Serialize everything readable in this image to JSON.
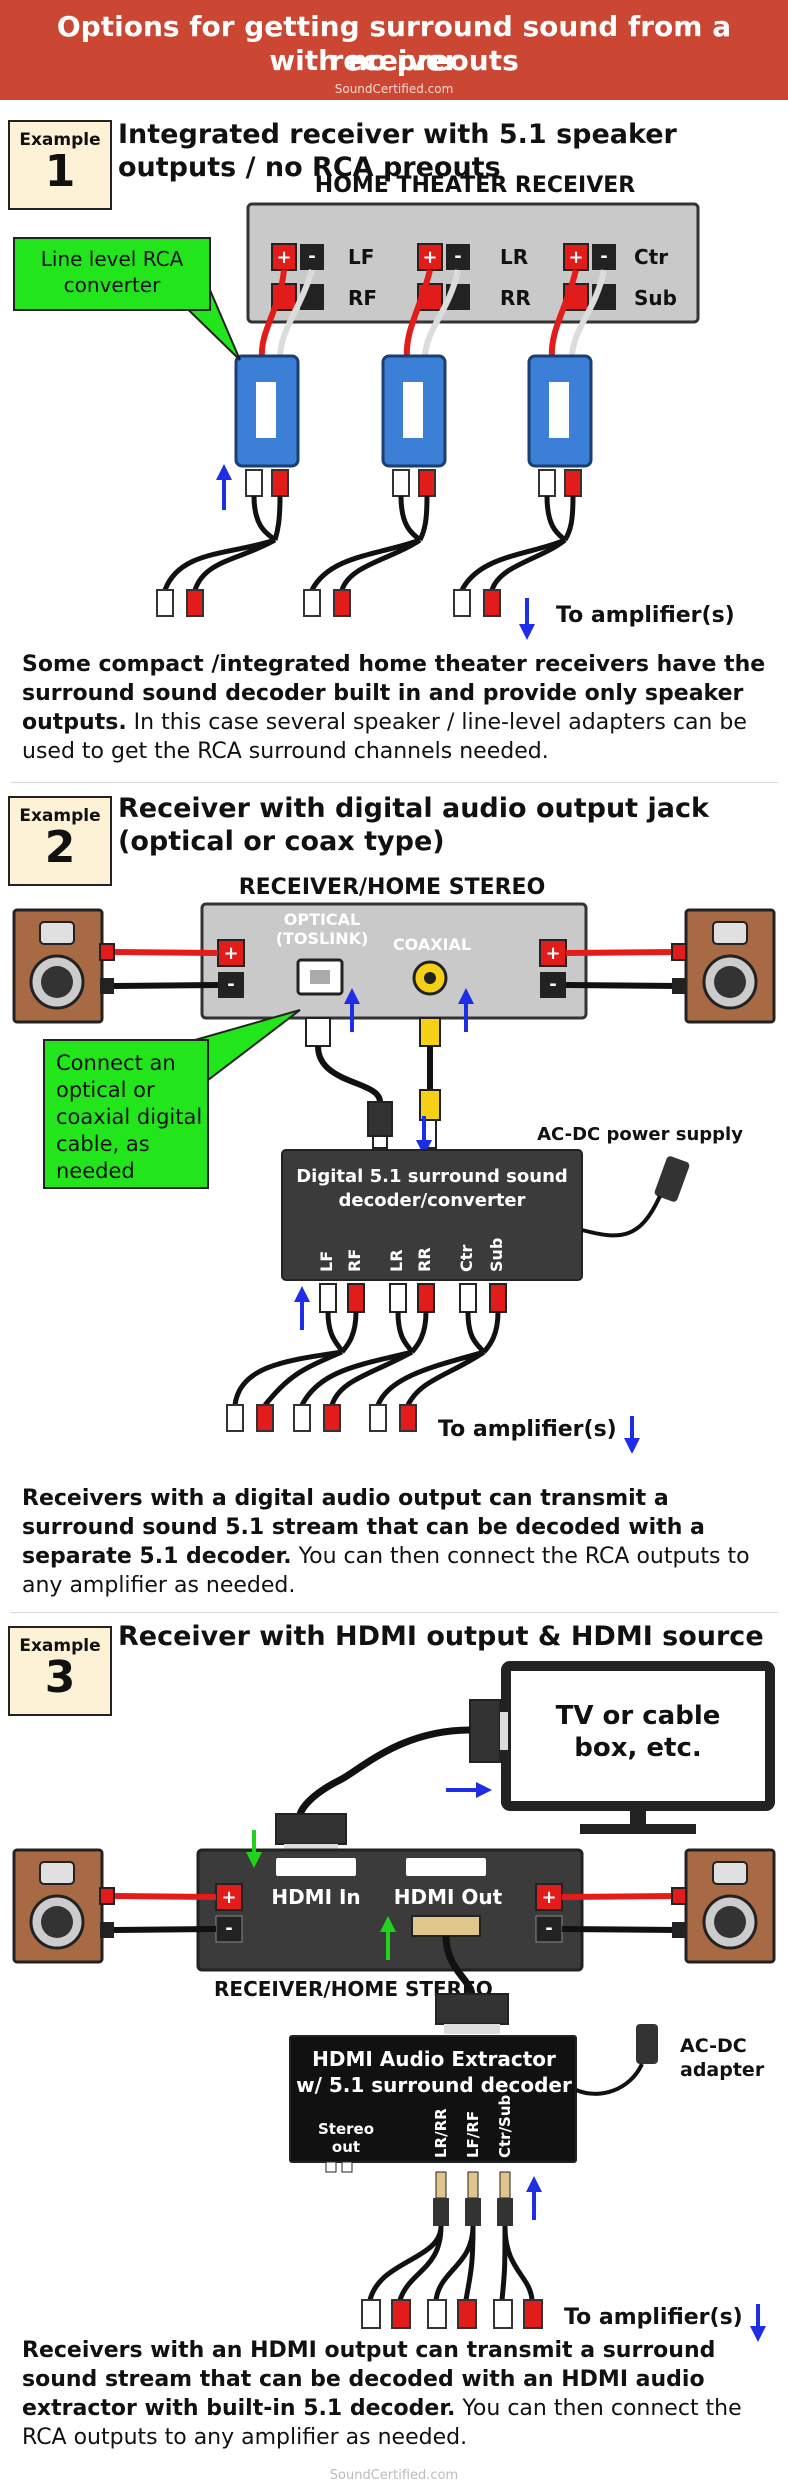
{
  "header": {
    "title_line1": "Options for getting surround sound from a receiver",
    "title_line2": "with no preouts",
    "site": "SoundCertified.com"
  },
  "example1": {
    "label": "Example",
    "number": "1",
    "title": "Integrated receiver with 5.1 speaker outputs / no RCA preouts",
    "receiver_label": "HOME THEATER RECEIVER",
    "channels": [
      "LF",
      "RF",
      "LR",
      "RR",
      "Ctr",
      "Sub"
    ],
    "callout": "Line level RCA converter",
    "to_amp": "To amplifier(s)",
    "para_bold": "Some compact /integrated home theater receivers have the surround sound decoder built in and provide only speaker outputs.",
    "para_rest": " In this case several speaker / line-level adapters can be used to get the RCA surround channels needed."
  },
  "example2": {
    "label": "Example",
    "number": "2",
    "title": "Receiver with digital audio output jack (optical or coax type)",
    "receiver_label": "RECEIVER/HOME STEREO",
    "optical_label": "OPTICAL (TOSLINK)",
    "coaxial_label": "COAXIAL",
    "callout": "Connect an optical or coaxial digital cable, as needed",
    "power_label": "AC-DC power supply",
    "decoder_label": "Digital 5.1 surround sound decoder/converter",
    "outputs": [
      "LF",
      "RF",
      "LR",
      "RR",
      "Ctr",
      "Sub"
    ],
    "to_amp": "To amplifier(s)",
    "para_bold": "Receivers with a digital audio output can transmit a surround sound 5.1 stream that can be decoded with a separate 5.1 decoder.",
    "para_rest": " You can then connect the RCA outputs to any amplifier as needed."
  },
  "example3": {
    "label": "Example",
    "number": "3",
    "title": "Receiver with HDMI output & HDMI source",
    "tv_label": "TV or cable box, etc.",
    "hdmi_in": "HDMI In",
    "hdmi_out": "HDMI Out",
    "receiver_label": "RECEIVER/HOME STEREO",
    "extractor_label": "HDMI Audio Extractor w/ 5.1 surround decoder",
    "stereo_out": "Stereo out",
    "outputs": [
      "LR/RR",
      "LF/RF",
      "Ctr/Sub"
    ],
    "adapter_label": "AC-DC adapter",
    "to_amp": "To amplifier(s)",
    "para_bold1": "Receivers with an HDMI output can transmit a surround sound  stream that can be decoded with an HDMI audio extractor with built-in 5.1 decoder.",
    "para_rest": " You can then connect the RCA outputs to any amplifier as needed."
  },
  "footer": {
    "site": "SoundCertified.com"
  },
  "colors": {
    "header_bg": "#cc4733",
    "example_box": "#fdf1d6",
    "callout_green": "#22e51c",
    "converter_blue": "#3b7fd6",
    "terminal_red": "#e21b1b",
    "arrow_blue": "#1f2ee6",
    "arrow_green": "#22d21c",
    "device_dark": "#3b3b3b",
    "speaker_wood": "#a86a44"
  },
  "icons": [
    "up-arrow-icon",
    "down-arrow-icon",
    "speaker-icon",
    "power-adapter-icon",
    "hdmi-plug-icon",
    "rca-plug-icon"
  ]
}
